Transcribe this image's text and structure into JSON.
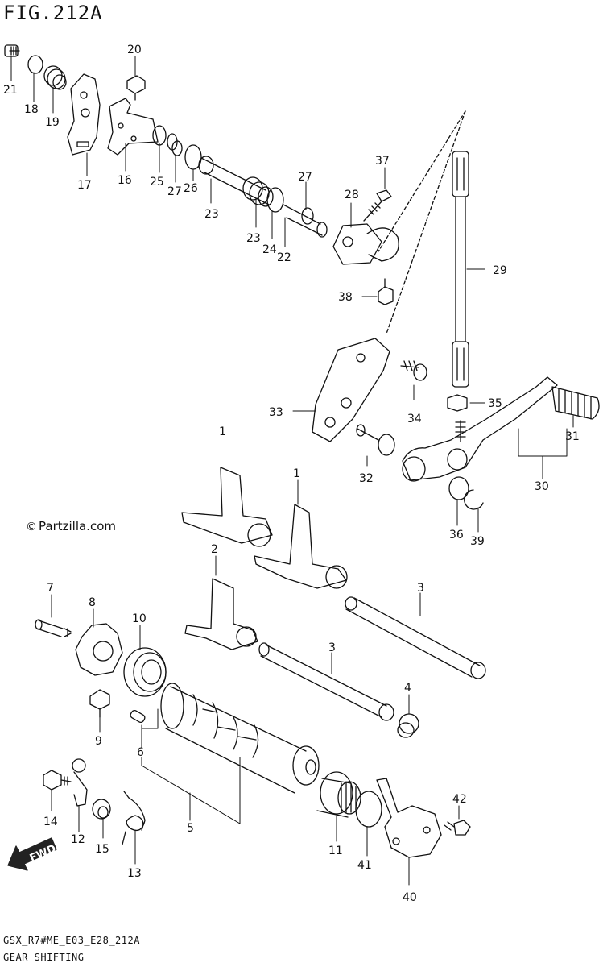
{
  "figure": {
    "title": "FIG.212A",
    "footer_code": "GSX_R7#ME_E03_E28_212A",
    "footer_title": "GEAR SHIFTING",
    "watermark": "Partzilla.com",
    "watermark_symbol": "©",
    "direction_label": "FWD"
  },
  "callouts": [
    "1",
    "1",
    "2",
    "3",
    "3",
    "4",
    "5",
    "6",
    "7",
    "8",
    "9",
    "10",
    "11",
    "12",
    "13",
    "14",
    "15",
    "16",
    "17",
    "18",
    "19",
    "20",
    "21",
    "22",
    "23",
    "23",
    "24",
    "25",
    "26",
    "27",
    "27",
    "28",
    "29",
    "30",
    "31",
    "32",
    "33",
    "34",
    "35",
    "36",
    "37",
    "38",
    "39",
    "40",
    "41",
    "42"
  ],
  "colors": {
    "line": "#111111",
    "background": "#ffffff",
    "fill_dark": "#222222"
  }
}
